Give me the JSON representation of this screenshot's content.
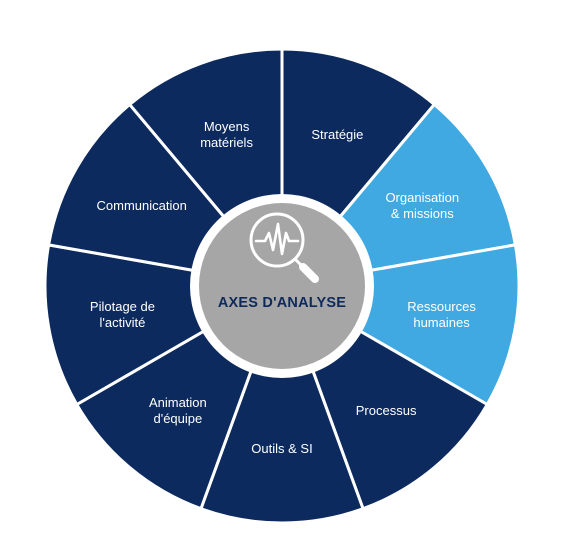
{
  "center": {
    "title": "AXES D'ANALYSE",
    "icon": "magnifier-pulse-icon"
  },
  "colors": {
    "dark": "#0c2a5e",
    "light": "#41a9e1",
    "separator": "#ffffff",
    "hub_fill": "#a6a6a6",
    "hub_title": "#0e2a5a"
  },
  "segments": [
    {
      "id": "strategie",
      "lines": [
        "Stratégie"
      ],
      "highlight": false
    },
    {
      "id": "organisation-missions",
      "lines": [
        "Organisation",
        "& missions"
      ],
      "highlight": true
    },
    {
      "id": "ressources-humaines",
      "lines": [
        "Ressources",
        "humaines"
      ],
      "highlight": true
    },
    {
      "id": "processus",
      "lines": [
        "Processus"
      ],
      "highlight": false
    },
    {
      "id": "outils-si",
      "lines": [
        "Outils & SI"
      ],
      "highlight": false
    },
    {
      "id": "animation-equipe",
      "lines": [
        "Animation",
        "d'équipe"
      ],
      "highlight": false
    },
    {
      "id": "pilotage-activite",
      "lines": [
        "Pilotage de",
        "l'activité"
      ],
      "highlight": false
    },
    {
      "id": "communication",
      "lines": [
        "Communication"
      ],
      "highlight": false
    },
    {
      "id": "moyens-materiels",
      "lines": [
        "Moyens",
        "matériels"
      ],
      "highlight": false
    }
  ]
}
